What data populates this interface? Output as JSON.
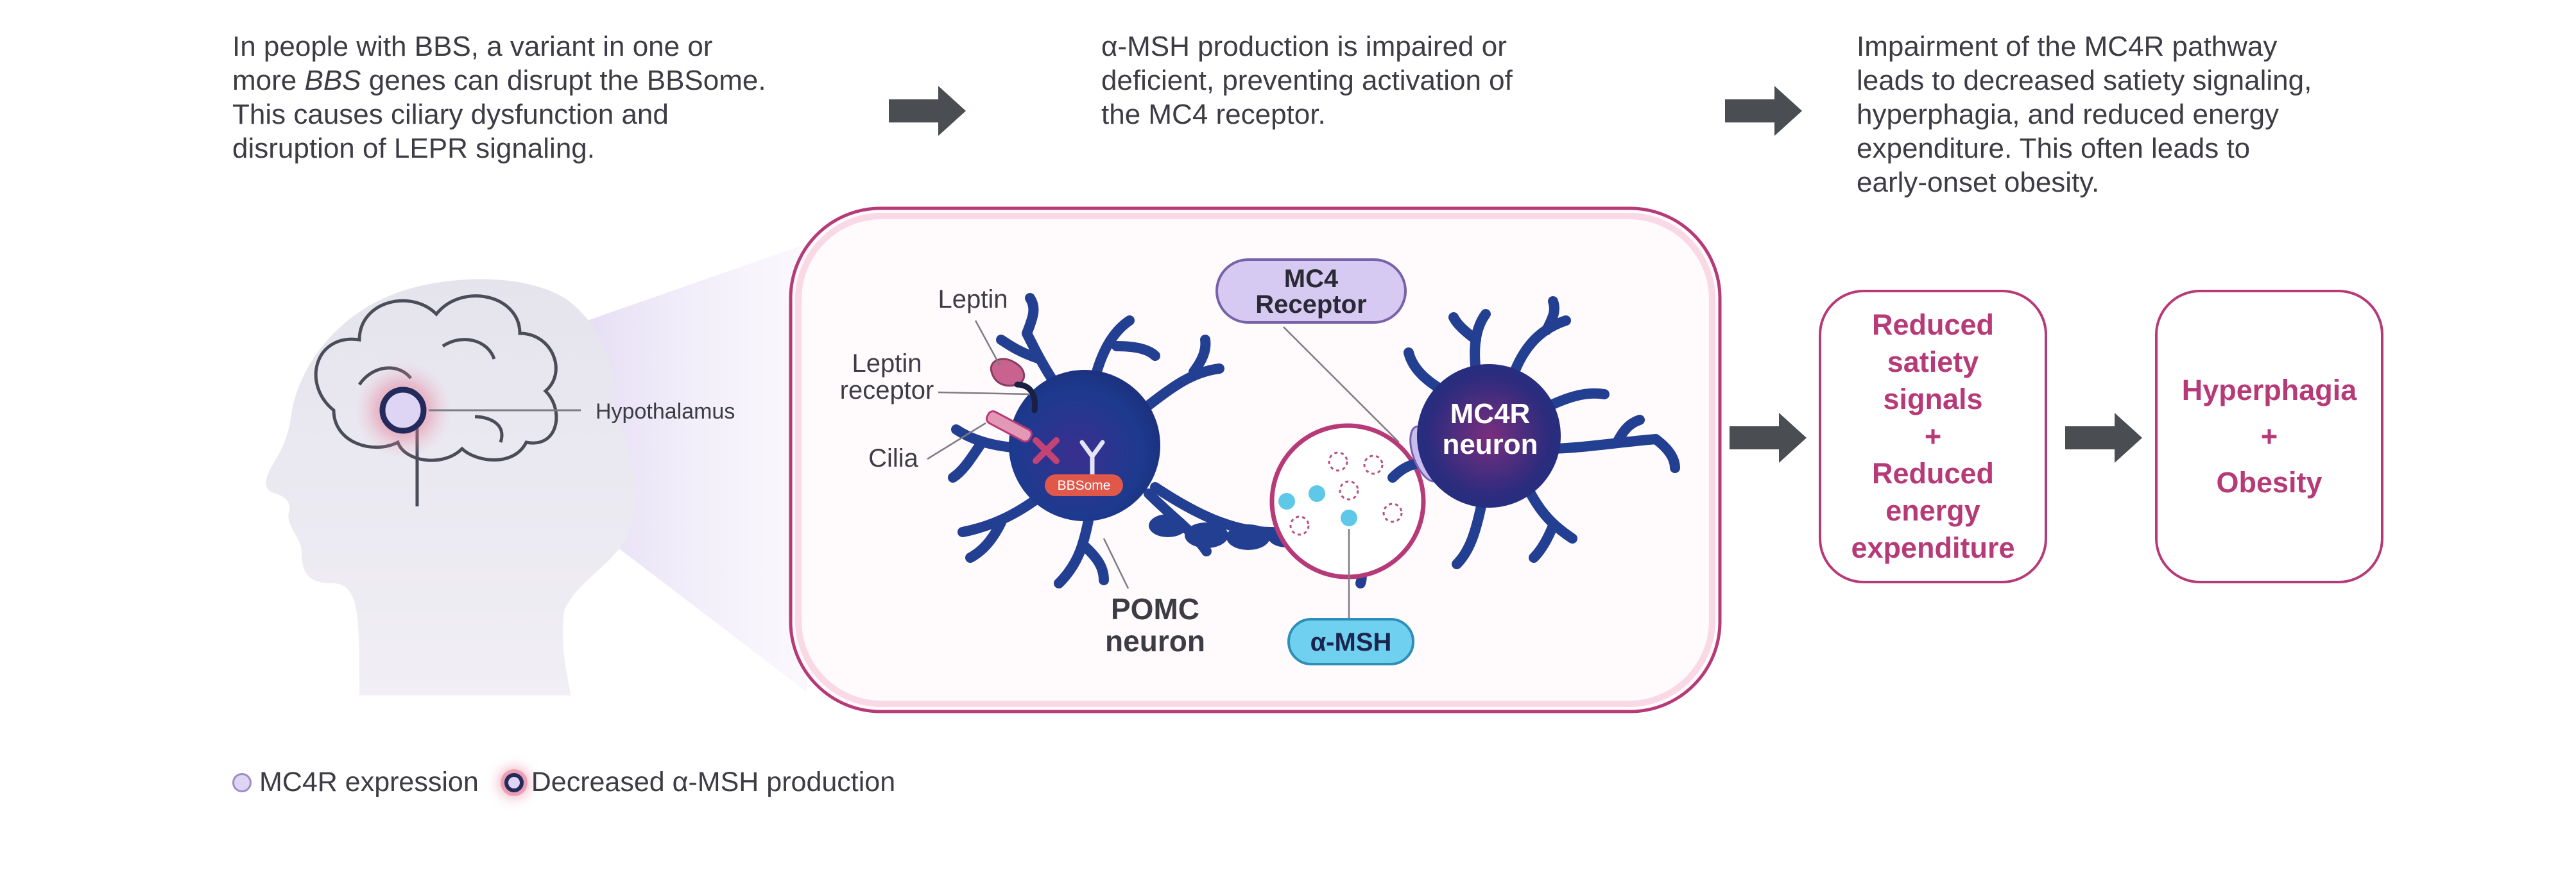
{
  "captions": {
    "step1": [
      "In people with BBS, a variant in one or",
      "genes can disrupt the BBSome.",
      "This causes ciliary dysfunction and",
      "disruption of LEPR signaling."
    ],
    "step1_prefix": "more ",
    "step1_italic": "BBS",
    "step2": [
      "α-MSH production is impaired or",
      "deficient, preventing activation of",
      "the MC4 receptor."
    ],
    "step3": [
      "Impairment of the MC4R pathway",
      "leads to decreased satiety signaling,",
      "hyperphagia, and reduced energy",
      "expenditure. This often leads to",
      "early-onset obesity."
    ]
  },
  "diagram": {
    "hypothalamus_label": "Hypothalamus",
    "leptin_label": "Leptin",
    "leptin_receptor_label": [
      "Leptin",
      "receptor"
    ],
    "cilia_label": "Cilia",
    "bbsome_label": "BBSome",
    "pomc_label": [
      "POMC",
      "neuron"
    ],
    "mc4_receptor_label": [
      "MC4",
      "Receptor"
    ],
    "mc4r_neuron_label": [
      "MC4R",
      "neuron"
    ],
    "msh_label": "α-MSH"
  },
  "outcomes": {
    "box1": [
      "Reduced",
      "satiety",
      "signals",
      "+",
      "Reduced",
      "energy",
      "expenditure"
    ],
    "box2": [
      "Hyperphagia",
      "+",
      "Obesity"
    ]
  },
  "legend": {
    "mc4r": "MC4R expression",
    "msh": "Decreased α-MSH production"
  },
  "colors": {
    "accent_magenta": "#b73a78",
    "neuron_blue": "#1f3a8a",
    "msh_cyan": "#5ec8e8",
    "lavender": "#ded4f4",
    "arrow_gray": "#4a4d52"
  }
}
